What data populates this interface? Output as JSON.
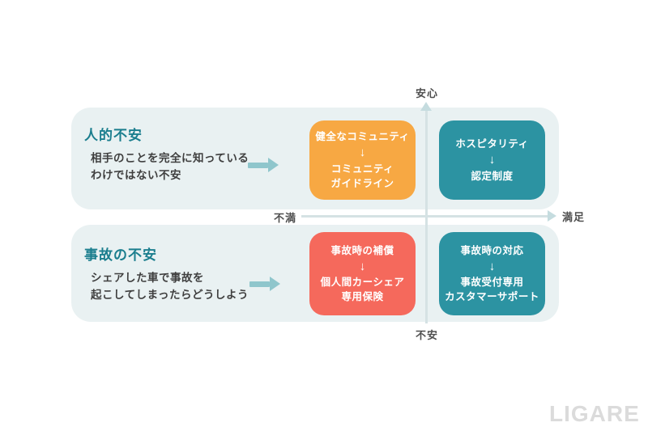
{
  "colors": {
    "panel_bg": "#E9F1F2",
    "orange_box": "#F7A843",
    "coral_box": "#F5695C",
    "teal_box": "#2C93A2",
    "row_title": "#1B7E8E",
    "body_text": "#3F3F3F",
    "flow_arrow": "#8FC6CC",
    "axis_line": "#D5E2E4",
    "watermark": "#DBDBDB"
  },
  "axis": {
    "top": "安心",
    "bottom": "不安",
    "left": "不満",
    "right": "満足"
  },
  "icons": {
    "down_arrow": "↓"
  },
  "rows": [
    {
      "title": "人的不安",
      "description": "相手のことを完全に知っている\nわけではない不安",
      "boxes": [
        {
          "problem": "健全なコミュニティ",
          "solution": "コミュニティ\nガイドライン",
          "color": "orange"
        },
        {
          "problem": "ホスピタリティ",
          "solution": "認定制度",
          "color": "teal"
        }
      ]
    },
    {
      "title": "事故の不安",
      "description": "シェアした車で事故を\n起こしてしまったらどうしよう",
      "boxes": [
        {
          "problem": "事故時の補償",
          "solution": "個人間カーシェア\n専用保険",
          "color": "coral"
        },
        {
          "problem": "事故時の対応",
          "solution": "事故受付専用\nカスタマーサポート",
          "color": "teal"
        }
      ]
    }
  ],
  "watermark": "LIGARE"
}
